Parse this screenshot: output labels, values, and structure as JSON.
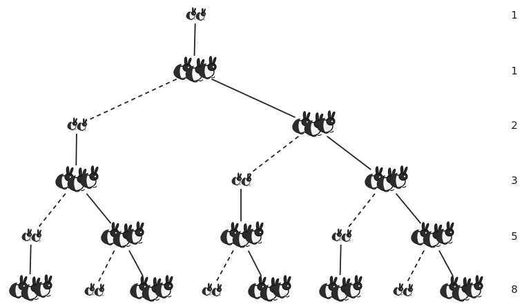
{
  "diagram": {
    "generation_counts": [
      "1",
      "1",
      "2",
      "3",
      "5",
      "8"
    ],
    "nodes": [
      {
        "id": "g1",
        "gen": 0,
        "type": "young"
      },
      {
        "id": "g2",
        "gen": 1,
        "type": "adult"
      },
      {
        "id": "g3a",
        "gen": 2,
        "type": "young"
      },
      {
        "id": "g3b",
        "gen": 2,
        "type": "adult"
      },
      {
        "id": "g4a",
        "gen": 3,
        "type": "adult"
      },
      {
        "id": "g4b",
        "gen": 3,
        "type": "young"
      },
      {
        "id": "g4c",
        "gen": 3,
        "type": "adult"
      },
      {
        "id": "g5a",
        "gen": 4,
        "type": "young"
      },
      {
        "id": "g5b",
        "gen": 4,
        "type": "adult"
      },
      {
        "id": "g5c",
        "gen": 4,
        "type": "adult"
      },
      {
        "id": "g5d",
        "gen": 4,
        "type": "young"
      },
      {
        "id": "g5e",
        "gen": 4,
        "type": "adult"
      },
      {
        "id": "g6a",
        "gen": 5,
        "type": "adult"
      },
      {
        "id": "g6b",
        "gen": 5,
        "type": "young"
      },
      {
        "id": "g6c",
        "gen": 5,
        "type": "adult"
      },
      {
        "id": "g6d",
        "gen": 5,
        "type": "young"
      },
      {
        "id": "g6e",
        "gen": 5,
        "type": "adult"
      },
      {
        "id": "g6f",
        "gen": 5,
        "type": "adult"
      },
      {
        "id": "g6g",
        "gen": 5,
        "type": "young"
      },
      {
        "id": "g6h",
        "gen": 5,
        "type": "adult"
      }
    ],
    "edges": [
      {
        "from": "g1",
        "to": "g2",
        "style": "solid"
      },
      {
        "from": "g2",
        "to": "g3a",
        "style": "dashed"
      },
      {
        "from": "g2",
        "to": "g3b",
        "style": "solid"
      },
      {
        "from": "g3a",
        "to": "g4a",
        "style": "solid"
      },
      {
        "from": "g3b",
        "to": "g4b",
        "style": "dashed"
      },
      {
        "from": "g3b",
        "to": "g4c",
        "style": "solid"
      },
      {
        "from": "g4a",
        "to": "g5a",
        "style": "dashed"
      },
      {
        "from": "g4a",
        "to": "g5b",
        "style": "solid"
      },
      {
        "from": "g4b",
        "to": "g5c",
        "style": "solid"
      },
      {
        "from": "g4c",
        "to": "g5d",
        "style": "dashed"
      },
      {
        "from": "g4c",
        "to": "g5e",
        "style": "solid"
      },
      {
        "from": "g5a",
        "to": "g6a",
        "style": "solid"
      },
      {
        "from": "g5b",
        "to": "g6b",
        "style": "dashed"
      },
      {
        "from": "g5b",
        "to": "g6c",
        "style": "solid"
      },
      {
        "from": "g5c",
        "to": "g6d",
        "style": "dashed"
      },
      {
        "from": "g5c",
        "to": "g6e",
        "style": "solid"
      },
      {
        "from": "g5d",
        "to": "g6f",
        "style": "solid"
      },
      {
        "from": "g5e",
        "to": "g6g",
        "style": "dashed"
      },
      {
        "from": "g5e",
        "to": "g6h",
        "style": "solid"
      }
    ],
    "colors": {
      "line": "#222222",
      "fur_dark": "#2c2c2c",
      "fur_light": "#f4f4f4",
      "outline": "#111111",
      "shade": "#9a9a9a"
    }
  }
}
